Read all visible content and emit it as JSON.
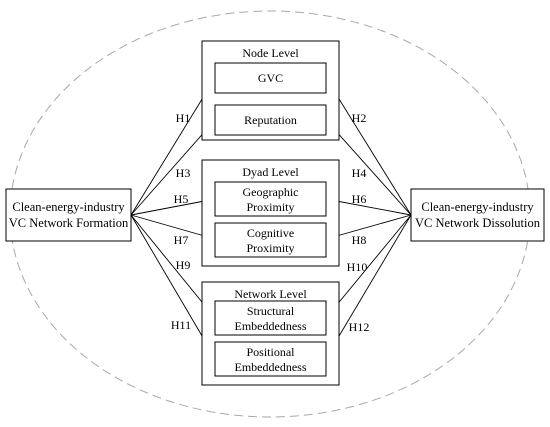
{
  "formation": {
    "line1": "Clean-energy-industry",
    "line2": "VC Network Formation"
  },
  "dissolution": {
    "line1": "Clean-energy-industry",
    "line2": "VC Network Dissolution"
  },
  "groups": {
    "node": {
      "title": "Node Level",
      "items": [
        {
          "lines": [
            "GVC"
          ]
        },
        {
          "lines": [
            "Reputation"
          ]
        }
      ]
    },
    "dyad": {
      "title": "Dyad Level",
      "items": [
        {
          "lines": [
            "Geographic",
            "Proximity"
          ]
        },
        {
          "lines": [
            "Cognitive",
            "Proximity"
          ]
        }
      ]
    },
    "network": {
      "title": "Network Level",
      "items": [
        {
          "lines": [
            "Structural",
            "Embeddedness"
          ]
        },
        {
          "lines": [
            "Positional",
            "Embeddedness"
          ]
        }
      ]
    }
  },
  "hypotheses": {
    "left": [
      "H1",
      "H3",
      "H5",
      "H7",
      "H9",
      "H11"
    ],
    "right": [
      "H2",
      "H4",
      "H6",
      "H8",
      "H10",
      "H12"
    ]
  }
}
